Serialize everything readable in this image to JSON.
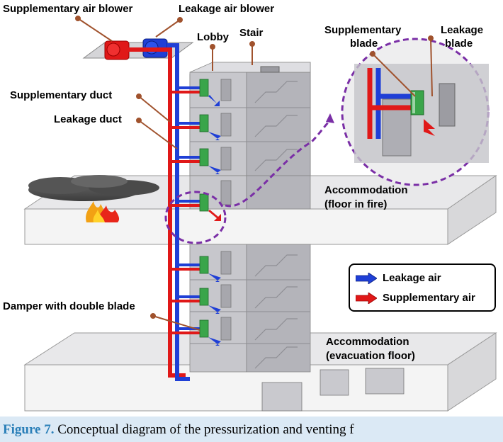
{
  "labels": {
    "supplementary_air_blower": "Supplementary air blower",
    "leakage_air_blower": "Leakage air blower",
    "lobby": "Lobby",
    "stair": "Stair",
    "supplementary_duct": "Supplementary duct",
    "leakage_duct": "Leakage duct",
    "supplementary_blade_line1": "Supplementary",
    "supplementary_blade_line2": "blade",
    "leakage_blade_line1": "Leakage",
    "leakage_blade_line2": "blade",
    "accommodation_fire_line1": "Accommodation",
    "accommodation_fire_line2": "(floor in fire)",
    "damper": "Damper with double blade",
    "accommodation_evac_line1": "Accommodation",
    "accommodation_evac_line2": "(evacuation floor)"
  },
  "legend": {
    "leakage": "Leakage air",
    "supplementary": "Supplementary air",
    "leakage_color": "#1f3fd6",
    "supplementary_color": "#e01818"
  },
  "caption": {
    "label": "Figure 7.",
    "text": "Conceptual diagram of the pressurization and venting f"
  }
}
